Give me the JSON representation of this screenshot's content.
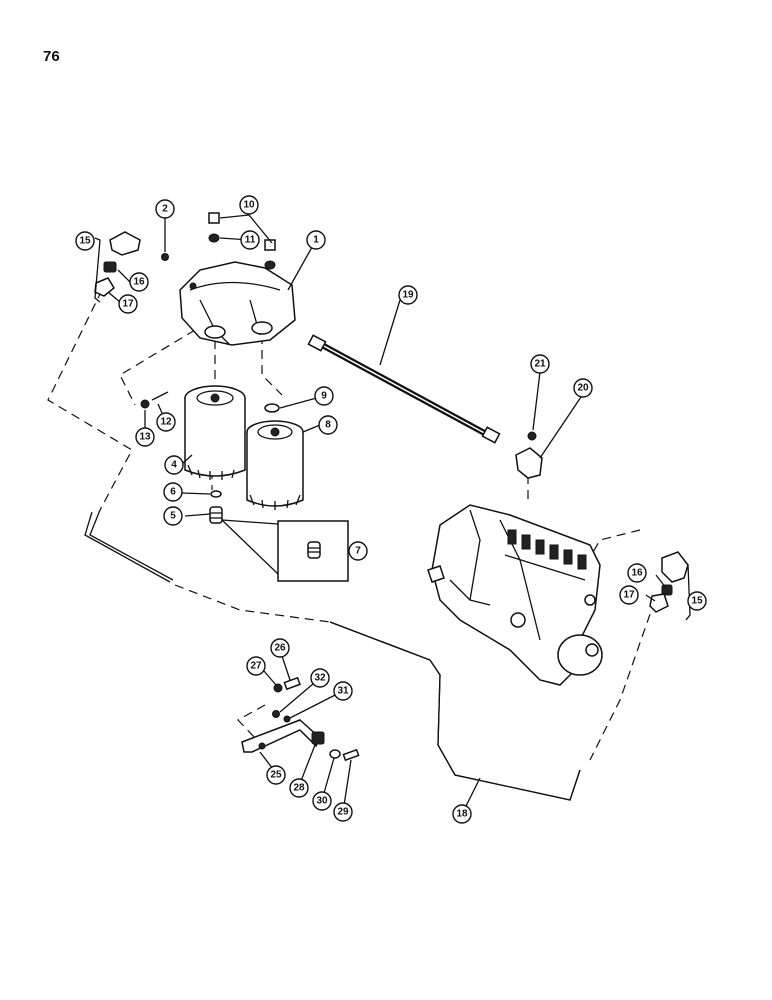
{
  "page_number": "76",
  "callouts": [
    {
      "id": "c1",
      "label": "1"
    },
    {
      "id": "c2",
      "label": "2"
    },
    {
      "id": "c4",
      "label": "4"
    },
    {
      "id": "c5",
      "label": "5"
    },
    {
      "id": "c6",
      "label": "6"
    },
    {
      "id": "c7",
      "label": "7"
    },
    {
      "id": "c8",
      "label": "8"
    },
    {
      "id": "c9",
      "label": "9"
    },
    {
      "id": "c10",
      "label": "10"
    },
    {
      "id": "c11",
      "label": "11"
    },
    {
      "id": "c12",
      "label": "12"
    },
    {
      "id": "c13",
      "label": "13"
    },
    {
      "id": "c15a",
      "label": "15"
    },
    {
      "id": "c16a",
      "label": "16"
    },
    {
      "id": "c17a",
      "label": "17"
    },
    {
      "id": "c15b",
      "label": "15"
    },
    {
      "id": "c16b",
      "label": "16"
    },
    {
      "id": "c17b",
      "label": "17"
    },
    {
      "id": "c18",
      "label": "18"
    },
    {
      "id": "c19",
      "label": "19"
    },
    {
      "id": "c20",
      "label": "20"
    },
    {
      "id": "c21",
      "label": "21"
    },
    {
      "id": "c25",
      "label": "25"
    },
    {
      "id": "c26",
      "label": "26"
    },
    {
      "id": "c27",
      "label": "27"
    },
    {
      "id": "c28",
      "label": "28"
    },
    {
      "id": "c29",
      "label": "29"
    },
    {
      "id": "c30",
      "label": "30"
    },
    {
      "id": "c31",
      "label": "31"
    },
    {
      "id": "c32",
      "label": "32"
    }
  ]
}
